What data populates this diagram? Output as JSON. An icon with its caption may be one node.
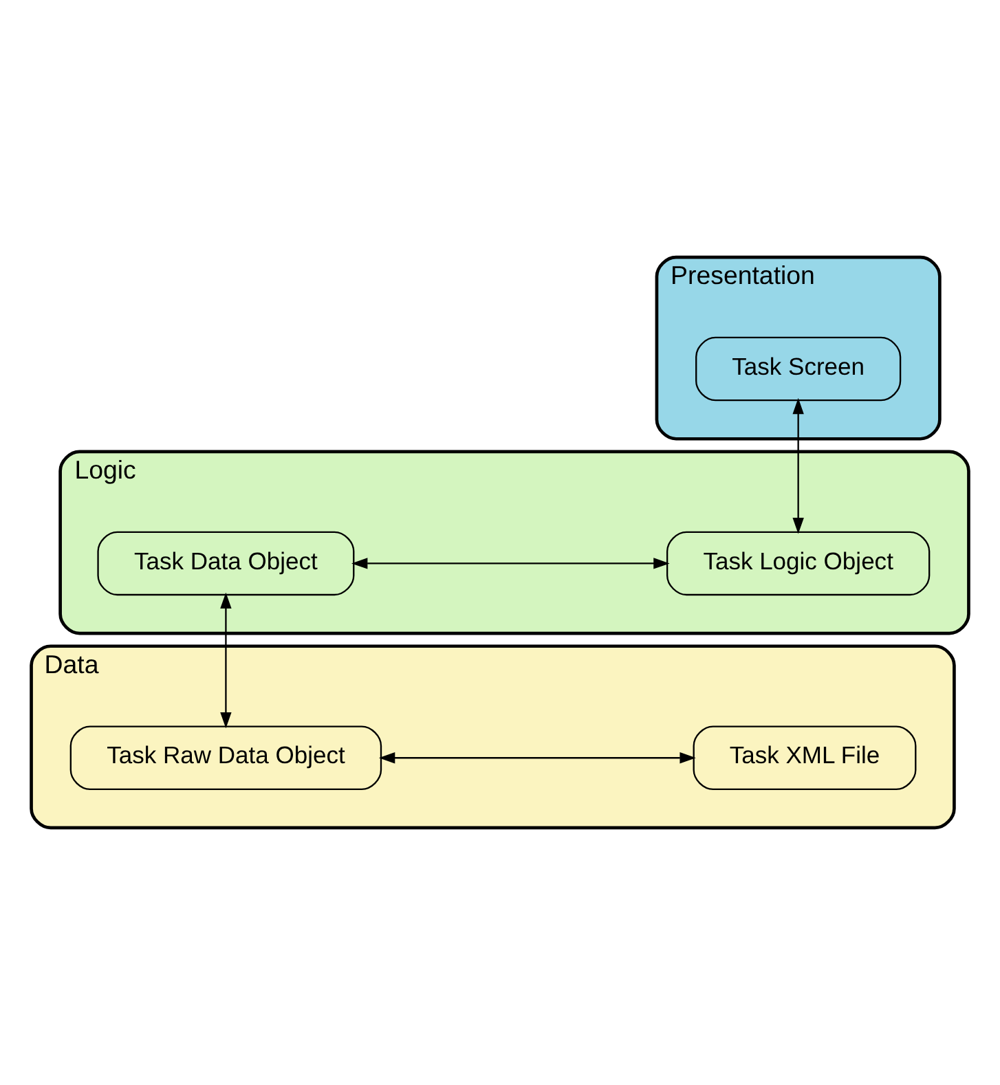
{
  "diagram": {
    "nodes": [
      {
        "text": [
          "Presentation"
        ]
      },
      {
        "text": [
          "Task Screen"
        ],
        "in": 0
      },
      {
        "text": [
          "Logic"
        ]
      },
      {
        "text": [
          "Task Data Object"
        ],
        "in": 2
      },
      {
        "text": [
          "Task Logic Object"
        ],
        "in": 2
      },
      {
        "text": [
          "Data"
        ]
      },
      {
        "text": [
          "Task Raw Data Object"
        ],
        "in": 5
      },
      {
        "text": [
          "Task XML File"
        ],
        "in": 5
      }
    ],
    "edges": [
      {
        "from": 1,
        "to": 4,
        "arrow": "both"
      },
      {
        "from": 3,
        "to": 4,
        "arrow": "both"
      },
      {
        "from": 3,
        "to": 6,
        "arrow": "both"
      },
      {
        "from": 6,
        "to": 7,
        "arrow": "both"
      }
    ]
  }
}
